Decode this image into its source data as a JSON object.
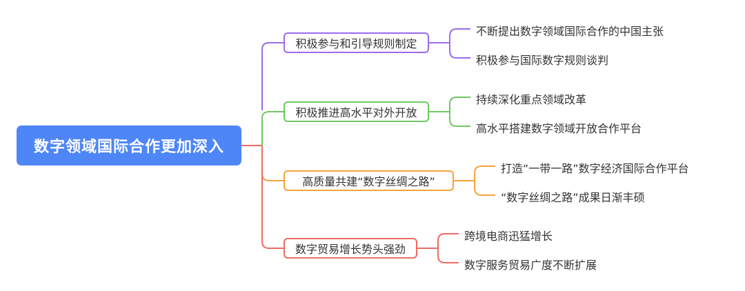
{
  "root": {
    "label": "数字领域国际合作更加深入",
    "color": "#4f86f7"
  },
  "branches": [
    {
      "label": "积极参与和引导规则制定",
      "color": "#9b6bec",
      "leaves": [
        "不断提出数字领域国际合作的中国主张",
        "积极参与国际数字规则谈判"
      ]
    },
    {
      "label": "积极推进高水平对外开放",
      "color": "#6cc85e",
      "leaves": [
        "持续深化重点领域改革",
        "高水平搭建数字领域开放合作平台"
      ]
    },
    {
      "label": "高质量共建“数字丝绸之路”",
      "color": "#f5a33b",
      "leaves": [
        "打造“一带一路”数字经济国际合作平台",
        "“数字丝绸之路”成果日渐丰硕"
      ]
    },
    {
      "label": "数字贸易增长势头强劲",
      "color": "#ec6a62",
      "leaves": [
        "跨境电商迅猛增长",
        "数字服务贸易广度不断扩展"
      ]
    }
  ]
}
